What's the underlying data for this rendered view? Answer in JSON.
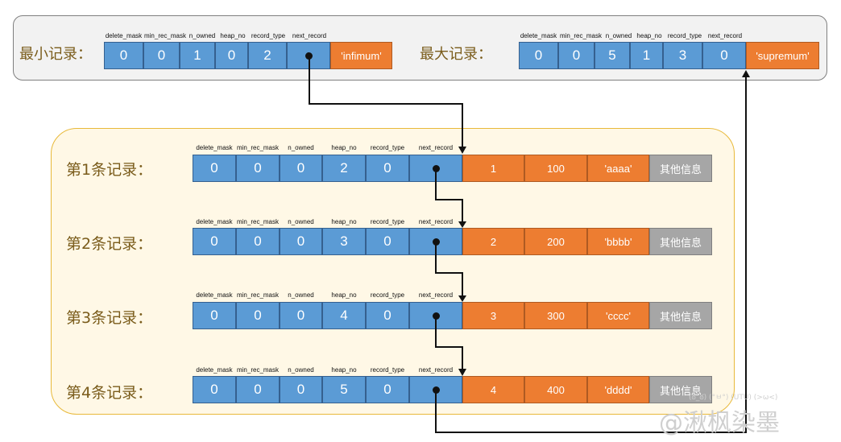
{
  "header_labels": [
    "delete_mask",
    "min_rec_mask",
    "n_owned",
    "heap_no",
    "record_type",
    "next_record"
  ],
  "infimum": {
    "label": "最小记录：",
    "values": [
      "0",
      "0",
      "1",
      "0",
      "2"
    ],
    "data": "'infimum'"
  },
  "supremum": {
    "label": "最大记录：",
    "values": [
      "0",
      "0",
      "5",
      "1",
      "3",
      "0"
    ],
    "data": "'supremum'"
  },
  "records": [
    {
      "label": "第1条记录：",
      "values": [
        "0",
        "0",
        "0",
        "2",
        "0"
      ],
      "data": [
        "1",
        "100",
        "'aaaa'"
      ],
      "other": "其他信息"
    },
    {
      "label": "第2条记录：",
      "values": [
        "0",
        "0",
        "0",
        "3",
        "0"
      ],
      "data": [
        "2",
        "200",
        "'bbbb'"
      ],
      "other": "其他信息"
    },
    {
      "label": "第3条记录：",
      "values": [
        "0",
        "0",
        "0",
        "4",
        "0"
      ],
      "data": [
        "3",
        "300",
        "'cccc'"
      ],
      "other": "其他信息"
    },
    {
      "label": "第4条记录：",
      "values": [
        "0",
        "0",
        "0",
        "5",
        "0"
      ],
      "data": [
        "4",
        "400",
        "'dddd'"
      ],
      "other": "其他信息"
    }
  ],
  "watermark": {
    "faces": "(ఠ_ఠ) (°ㅂ°) (UTU) (>ω<)",
    "text": "@湫枫染墨"
  },
  "colors": {
    "header_field": "#5b9bd5",
    "data_field": "#ed7d31",
    "other_field": "#a6a6a6",
    "record_panel_border": "#e8b93a"
  }
}
